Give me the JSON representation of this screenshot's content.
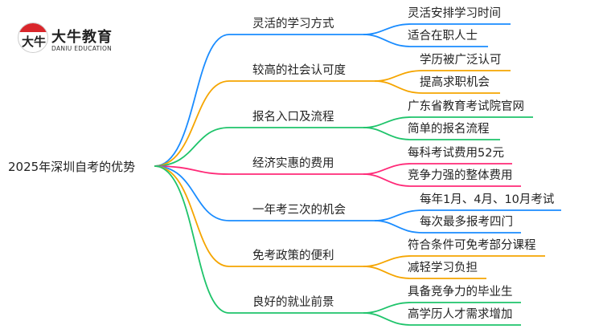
{
  "logo": {
    "name_cn": "大牛教育",
    "name_en": "DANIU EDUCATION",
    "mark": "大牛"
  },
  "root": {
    "label": "2025年深圳自考的优势"
  },
  "colors": {
    "blue": "#1a8cff",
    "orange": "#f5a500",
    "green": "#1fc46b",
    "pink": "#ff2a78"
  },
  "branches": [
    {
      "label": "灵活的学习方式",
      "color": "blue",
      "children": [
        "灵活安排学习时间",
        "适合在职人士"
      ]
    },
    {
      "label": "较高的社会认可度",
      "color": "orange",
      "children": [
        "学历被广泛认可",
        "提高求职机会"
      ]
    },
    {
      "label": "报名入口及流程",
      "color": "green",
      "children": [
        "广东省教育考试院官网",
        "简单的报名流程"
      ]
    },
    {
      "label": "经济实惠的费用",
      "color": "pink",
      "children": [
        "每科考试费用52元",
        "竞争力强的整体费用"
      ]
    },
    {
      "label": "一年考三次的机会",
      "color": "blue",
      "children": [
        "每年1月、4月、10月考试",
        "每次最多报考四门"
      ]
    },
    {
      "label": "免考政策的便利",
      "color": "orange",
      "children": [
        "符合条件可免考部分课程",
        "减轻学习负担"
      ]
    },
    {
      "label": "良好的就业前景",
      "color": "green",
      "children": [
        "具备竞争力的毕业生",
        "高学历人才需求增加"
      ]
    }
  ]
}
